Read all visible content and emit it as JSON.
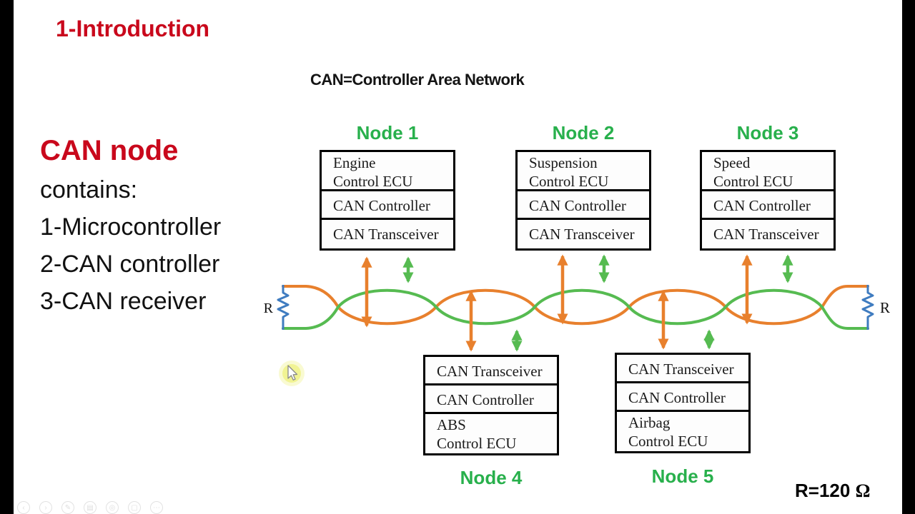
{
  "slide": {
    "title": "1-Introduction",
    "subtitle": "CAN=Controller Area Network",
    "left_panel": {
      "heading": "CAN node",
      "lines": [
        "contains:",
        "1-Microcontroller",
        "2-CAN controller",
        "3-CAN receiver"
      ]
    },
    "termination_note": "R=120 ",
    "termination_omega": "Ω"
  },
  "nodes": [
    {
      "label": "Node 1",
      "ecu_line1": "Engine",
      "ecu_line2": "Control ECU",
      "controller": "CAN Controller",
      "transceiver": "CAN Transceiver"
    },
    {
      "label": "Node 2",
      "ecu_line1": "Suspension",
      "ecu_line2": "Control ECU",
      "controller": "CAN Controller",
      "transceiver": "CAN Transceiver"
    },
    {
      "label": "Node 3",
      "ecu_line1": "Speed",
      "ecu_line2": "Control ECU",
      "controller": "CAN Controller",
      "transceiver": "CAN Transceiver"
    },
    {
      "label": "Node 4",
      "ecu_line1": "ABS",
      "ecu_line2": "Control ECU",
      "controller": "CAN Controller",
      "transceiver": "CAN Transceiver"
    },
    {
      "label": "Node 5",
      "ecu_line1": "Airbag",
      "ecu_line2": "Control ECU",
      "controller": "CAN Controller",
      "transceiver": "CAN Transceiver"
    }
  ],
  "bus": {
    "left_terminator_label": "R",
    "right_terminator_label": "R",
    "colors": {
      "wire_orange": "#e8802d",
      "wire_green": "#56bb51",
      "resistor_blue": "#3f7cc0",
      "node_label_green": "#28b04c",
      "accent_red": "#c9081c"
    }
  },
  "player_toolbar": {
    "icons": [
      {
        "name": "previous-slide-icon",
        "glyph": "‹"
      },
      {
        "name": "next-slide-icon",
        "glyph": "›"
      },
      {
        "name": "pen-tool-icon",
        "glyph": "✎"
      },
      {
        "name": "highlighter-tool-icon",
        "glyph": "▤"
      },
      {
        "name": "laser-pointer-icon",
        "glyph": "◎"
      },
      {
        "name": "show-all-slides-icon",
        "glyph": "▢"
      },
      {
        "name": "more-options-icon",
        "glyph": "⋯"
      }
    ]
  }
}
